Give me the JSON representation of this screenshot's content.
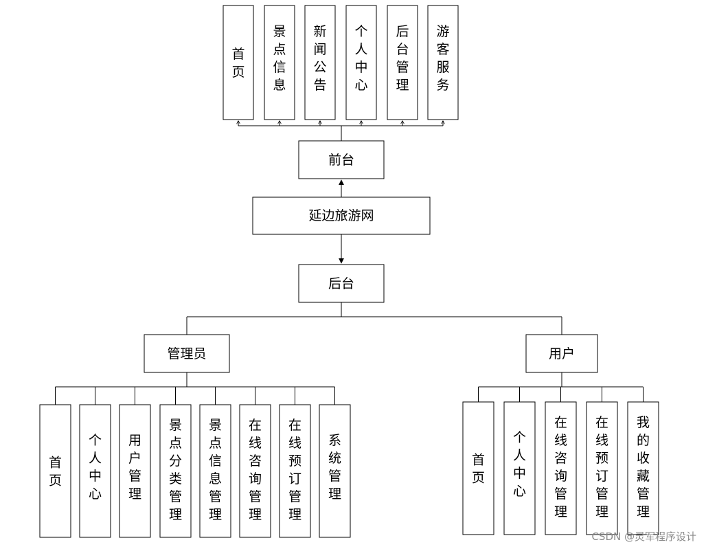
{
  "front_modules": [
    "首页",
    "景点信息",
    "新闻公告",
    "个人中心",
    "后台管理",
    "游客服务"
  ],
  "front_label": "前台",
  "root_label": "延边旅游网",
  "back_label": "后台",
  "admin": {
    "label": "管理员",
    "modules": [
      "首页",
      "个人中心",
      "用户管理",
      "景点分类管理",
      "景点信息管理",
      "在线咨询管理",
      "在线预订管理",
      "系统管理"
    ]
  },
  "user": {
    "label": "用户",
    "modules": [
      "首页",
      "个人中心",
      "在线咨询管理",
      "在线预订管理",
      "我的收藏管理"
    ]
  },
  "watermark": "CSDN @灵军程序设计"
}
